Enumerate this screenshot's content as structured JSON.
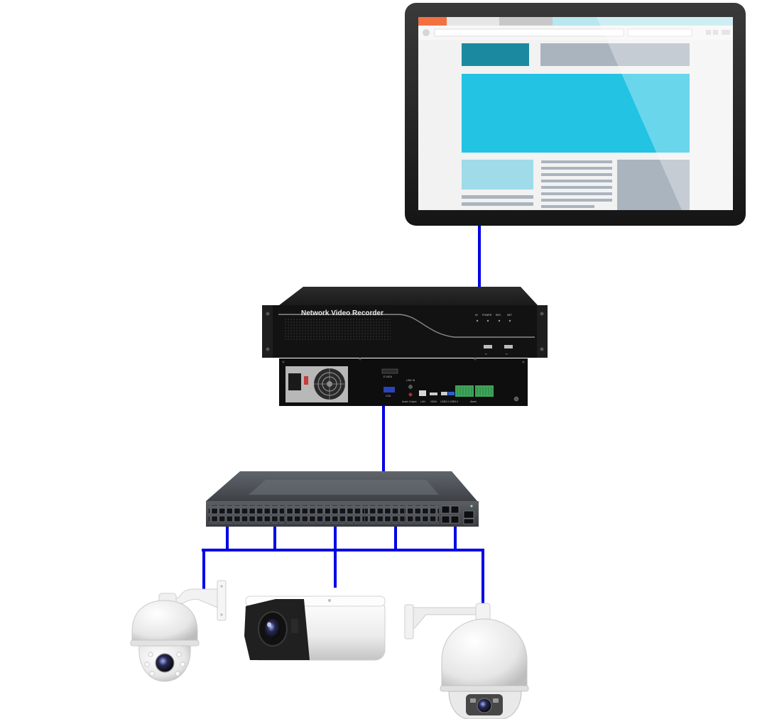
{
  "diagram": {
    "nodes": {
      "monitor": {
        "kind": "monitor-displaying-web-page"
      },
      "nvr": {
        "kind": "network-video-recorder",
        "front_label": "Network Video Recorder",
        "indicator_labels": [
          "HI",
          "POWER",
          "REC",
          "NET"
        ],
        "rear_port_labels": [
          "E-SATA",
          "VGA",
          "LINE IN",
          "Audio Output",
          "LAN",
          "HDMI",
          "USB2.0 USB3.0",
          "Alarm"
        ]
      },
      "switch": {
        "kind": "48-port-ethernet-switch"
      },
      "cameras": [
        {
          "kind": "ptz-dome-camera-wall-mount"
        },
        {
          "kind": "bullet-camera"
        },
        {
          "kind": "speed-dome-camera-wall-mount"
        }
      ]
    },
    "colors": {
      "link": "#0000e6",
      "monitor_bezel": "#222222",
      "screen_bg": "#f2f2f2",
      "screen_accent_dark": "#1b8aa0",
      "screen_accent_bright": "#22c3e3",
      "screen_accent_light": "#9fdbe9",
      "screen_gray": "#aab4be",
      "browser_tab": "#f2713f",
      "nvr_body": "#121212",
      "switch_body": "#4a4e53",
      "camera_white": "#f4f4f4"
    }
  }
}
